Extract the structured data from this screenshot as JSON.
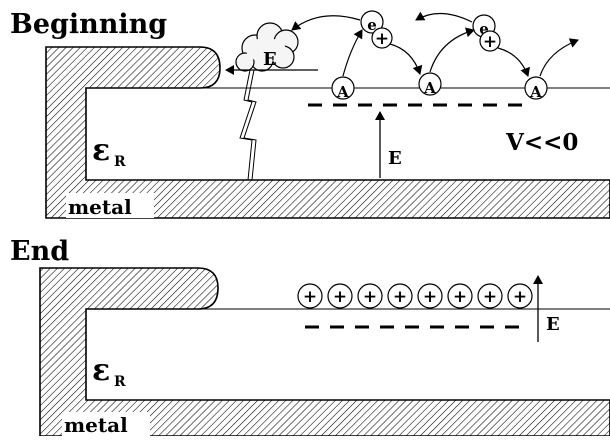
{
  "panels": {
    "beginning": {
      "title": "Beginning",
      "field_label_surface": "E",
      "field_label_bulk": "E",
      "voltage_label": "V<<0",
      "permittivity_symbol": "ε",
      "permittivity_subscript": "R",
      "metal_label": "metal",
      "adsorbate_label": "A",
      "electron_label": "e",
      "ion_label": "+"
    },
    "end": {
      "title": "End",
      "field_label": "E",
      "permittivity_symbol": "ε",
      "permittivity_subscript": "R",
      "metal_label": "metal",
      "ion_label": "+",
      "ion_count": 8
    }
  },
  "colors": {
    "ink": "#000000",
    "background": "#ffffff",
    "cloud_fill": "#f5f5f5"
  }
}
